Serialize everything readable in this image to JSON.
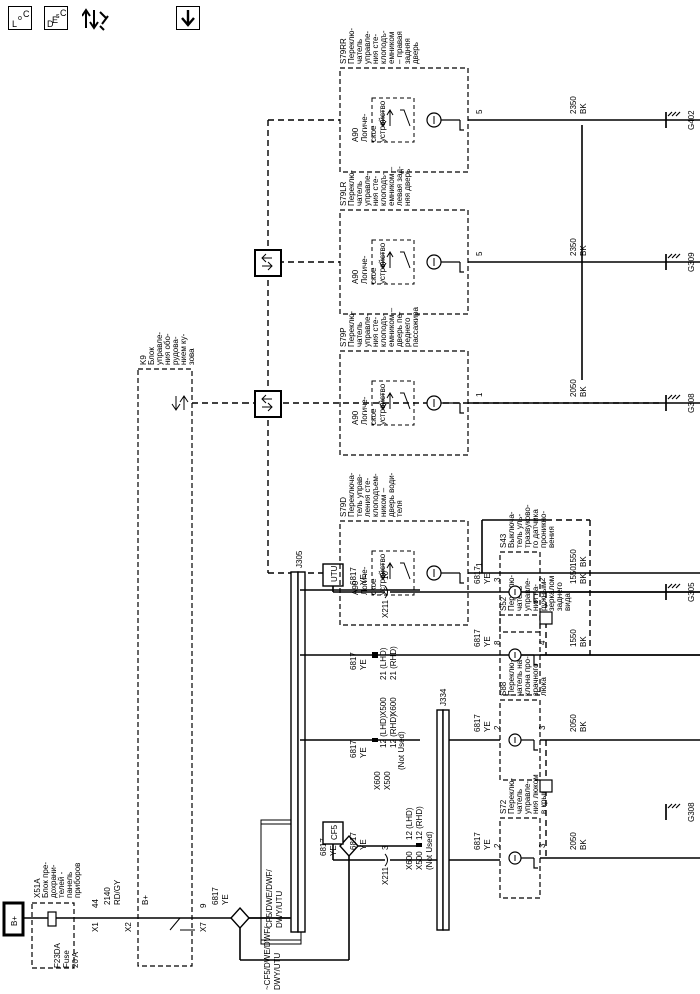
{
  "toolbar": {
    "loc_label": "LOC",
    "desc_label": "DESC",
    "buttons": [
      "location-view",
      "description-view",
      "signal-flow",
      "download"
    ]
  },
  "power": {
    "bplus": "B+",
    "fuse_block_id": "X51A",
    "fuse_block_name": [
      "Блок пре-",
      "дохрани-",
      "телей -",
      "панель",
      "приборов"
    ],
    "fuse_name": [
      "F23DA",
      "Fuse",
      "20 A"
    ],
    "x1": "X1",
    "x1_pin": "44",
    "wire_main": [
      "2140",
      "RD/GY"
    ],
    "x2": "X2",
    "k9_bplus": "B+",
    "x7": "X7",
    "x7_pin": "9",
    "k9_wire": [
      "6817",
      "YE"
    ]
  },
  "k9": {
    "id": "K9",
    "name": [
      "Блок",
      "управле-",
      "ния обо-",
      "рудова-",
      "нием ку-",
      "зова"
    ]
  },
  "options": {
    "cf5_dwe_label": [
      "CF5/DWE/DWF/",
      "DWY/UTU"
    ],
    "not_cf5_label": [
      "~CF5/DWE/DWF/",
      "DWY/UTU"
    ],
    "cf5_box": "CF5",
    "utu_box": "UTU"
  },
  "splices": {
    "j305": "J305",
    "j334": "J334"
  },
  "left_connectors": {
    "top": {
      "wire": [
        "6817",
        "YE"
      ],
      "conn": [
        "X600",
        "X500"
      ],
      "pins": [
        "12 (LHD)",
        "12 (RHD)"
      ],
      "note": "(Not Used)"
    },
    "top2": {
      "wire": [
        "6817",
        "YE"
      ],
      "conn": [
        "X600",
        "X500"
      ],
      "pins": [
        "12 (LHD)",
        "12 (RHD)"
      ],
      "note": "(Not Used)"
    },
    "cf5": {
      "wire": [
        "6817",
        "YE"
      ],
      "conn": "X211",
      "pin": "3"
    },
    "mid": {
      "wire": [
        "6817",
        "YE"
      ],
      "conn": [
        "X500",
        "X600"
      ],
      "pins": [
        "21 (LHD)",
        "21 (RHD)"
      ]
    },
    "utu": {
      "wire": [
        "6817",
        "YE"
      ],
      "conn": "X211",
      "pin": "10"
    }
  },
  "lower_switches": [
    {
      "id": "S72",
      "name": [
        "Переклю-",
        "чатель",
        "управле-",
        "ния люком",
        "в крыше"
      ],
      "wire_in": [
        "6817",
        "YE"
      ],
      "pin_in": "2",
      "pin_out": "3",
      "wire_out": [
        "2050",
        "BK"
      ]
    },
    {
      "id": "S88",
      "name": [
        "Переклю-",
        "чатель на-",
        "клона про-",
        "зрачного",
        "люка"
      ],
      "wire_in": [
        "6817",
        "YE"
      ],
      "pin_in": "2",
      "pin_out": "3",
      "wire_out": [
        "2050",
        "BK"
      ]
    },
    {
      "id": "S52",
      "name": [
        "Переклю-",
        "чатель",
        "управле-",
        "ния на-",
        "ружным",
        "зеркалом",
        "заднего",
        "вида"
      ],
      "wire_in": [
        "6817",
        "YE"
      ],
      "pin_in": "8",
      "pin_out": "4",
      "wire_out": [
        "1550",
        "BK"
      ]
    },
    {
      "id": "S43",
      "name": [
        "Выключа-",
        "тель уль-",
        "тразвуково-",
        "го датчика",
        "проникно-",
        "вения"
      ],
      "wire_in": [
        "6817",
        "YE"
      ],
      "pin_in": "3",
      "pin_out": "2",
      "wire_out": [
        "1550",
        "BK"
      ]
    }
  ],
  "upper_switches": [
    {
      "id": "S79D",
      "name": [
        "Переключа-",
        "тель управ-",
        "ления сте-",
        "клоподъем-",
        "ником –",
        "дверь води-",
        "теля"
      ],
      "module": [
        "A90",
        "Логиче-",
        "ское",
        "устройство"
      ],
      "pin": "1",
      "wire": [
        "1550",
        "BK"
      ]
    },
    {
      "id": "S79P",
      "name": [
        "Переклю-",
        "чатель",
        "управле-",
        "ния сте-",
        "клоподъ-",
        "емником –",
        "дверь пе-",
        "реднего",
        "пассажира"
      ],
      "module": [
        "A90",
        "Логиче-",
        "ское",
        "устройство"
      ],
      "pin": "1",
      "wire": [
        "2050",
        "BK"
      ]
    },
    {
      "id": "S79LR",
      "name": [
        "Переклю-",
        "чатель",
        "управле-",
        "ния сте-",
        "клоподъ-",
        "емником –",
        "левая зад-",
        "няя дверь"
      ],
      "module": [
        "A90",
        "Логиче-",
        "ское",
        "устройство"
      ],
      "pin": "5",
      "wire": [
        "2350",
        "BK"
      ]
    },
    {
      "id": "S79RR",
      "name": [
        "Переклю-",
        "чатель",
        "управле-",
        "ния сте-",
        "клоподъ-",
        "емником",
        "– правая",
        "задняя",
        "дверь"
      ],
      "module": [
        "A90",
        "Логиче-",
        "ское",
        "устройство"
      ],
      "pin": "5",
      "wire": [
        "2350",
        "BK"
      ]
    }
  ],
  "grounds": [
    "G308",
    "G305",
    "G308",
    "G309",
    "G402"
  ]
}
